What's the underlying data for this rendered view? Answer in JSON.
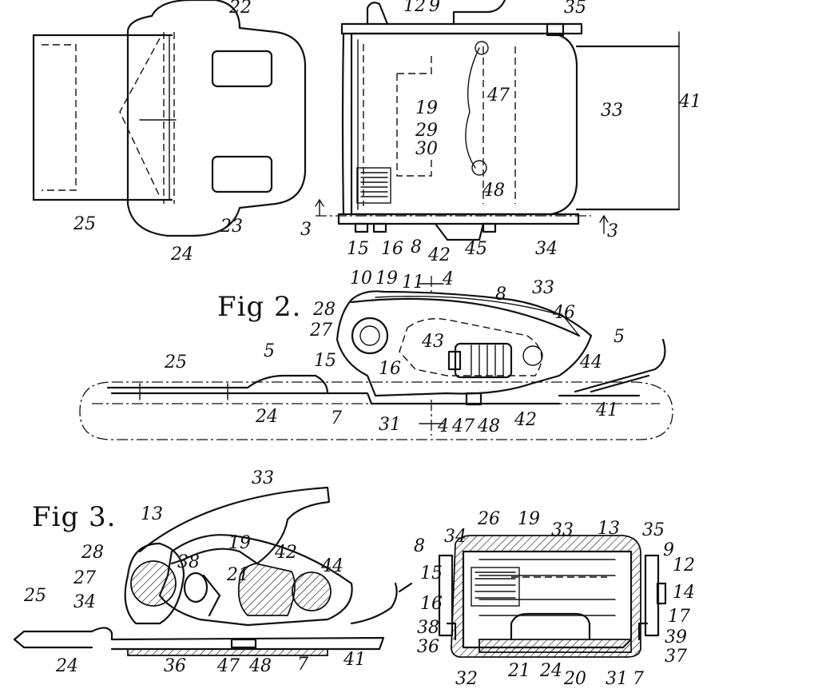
{
  "figures": {
    "fig2": "Fig 2.",
    "fig3": "Fig 3."
  },
  "labels": {
    "fig1": [
      "22",
      "12",
      "9",
      "35",
      "47",
      "33",
      "41",
      "19",
      "29",
      "30",
      "48",
      "25",
      "24",
      "23",
      "3",
      "3",
      "15",
      "16",
      "8",
      "42",
      "45",
      "34"
    ],
    "fig2": [
      "10",
      "19",
      "11",
      "4",
      "8",
      "33",
      "28",
      "27",
      "46",
      "5",
      "15",
      "16",
      "43",
      "5",
      "44",
      "25",
      "24",
      "7",
      "31",
      "4",
      "47",
      "48",
      "42",
      "41"
    ],
    "fig3": [
      "33",
      "13",
      "19",
      "42",
      "44",
      "28",
      "38",
      "21",
      "27",
      "25",
      "34",
      "24",
      "36",
      "47",
      "48",
      "7",
      "41"
    ],
    "section": [
      "26",
      "19",
      "33",
      "13",
      "35",
      "34",
      "8",
      "9",
      "12",
      "15",
      "14",
      "16",
      "17",
      "38",
      "39",
      "36",
      "37",
      "32",
      "21",
      "24",
      "20",
      "31",
      "7"
    ]
  }
}
